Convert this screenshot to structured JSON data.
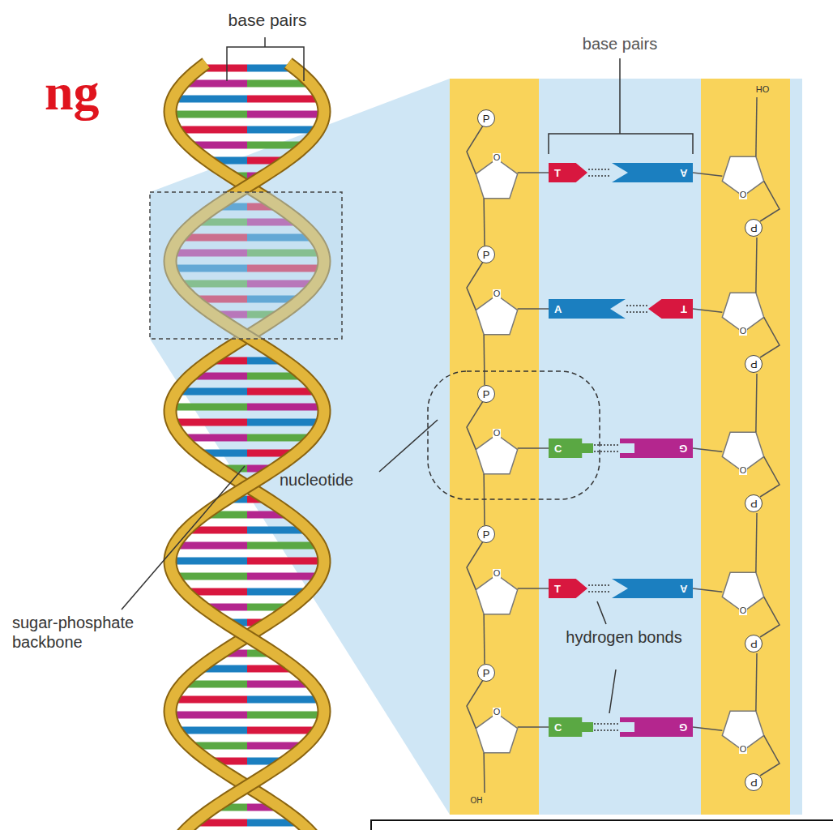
{
  "diagram": {
    "title": "ng",
    "nodes": [
      {
        "text": [
          "P"
        ]
      },
      {
        "text": [
          "T"
        ]
      },
      {
        "text": [
          "A"
        ]
      },
      {
        "text": [
          "P"
        ]
      },
      {
        "text": [
          "P"
        ]
      },
      {
        "text": [
          "A"
        ]
      },
      {
        "text": [
          "T"
        ]
      },
      {
        "text": [
          "P"
        ]
      },
      {
        "text": [
          "P"
        ]
      },
      {
        "text": [
          "C"
        ]
      },
      {
        "text": [
          "G"
        ]
      },
      {
        "text": [
          "P"
        ]
      },
      {
        "text": [
          "P"
        ]
      },
      {
        "text": [
          "T"
        ]
      },
      {
        "text": [
          "A"
        ]
      },
      {
        "text": [
          "P"
        ]
      },
      {
        "text": [
          "P"
        ]
      },
      {
        "text": [
          "C"
        ]
      },
      {
        "text": [
          "G"
        ]
      },
      {
        "text": [
          "P"
        ]
      }
    ],
    "edges": [
      {
        "from": 1,
        "to": 2,
        "arrow": "none"
      },
      {
        "from": 5,
        "to": 6,
        "arrow": "none"
      },
      {
        "from": 9,
        "to": 10,
        "arrow": "none"
      },
      {
        "from": 13,
        "to": 14,
        "arrow": "none"
      },
      {
        "from": 17,
        "to": 18,
        "arrow": "none"
      }
    ],
    "labels": [
      "base pairs",
      "base pairs",
      "HO",
      "O",
      "O",
      "O",
      "O",
      "O",
      "O",
      "O",
      "O",
      "O",
      "O",
      "nucleotide",
      "hydrogen bonds",
      "sugar-phosphate backbone",
      "OH"
    ]
  }
}
